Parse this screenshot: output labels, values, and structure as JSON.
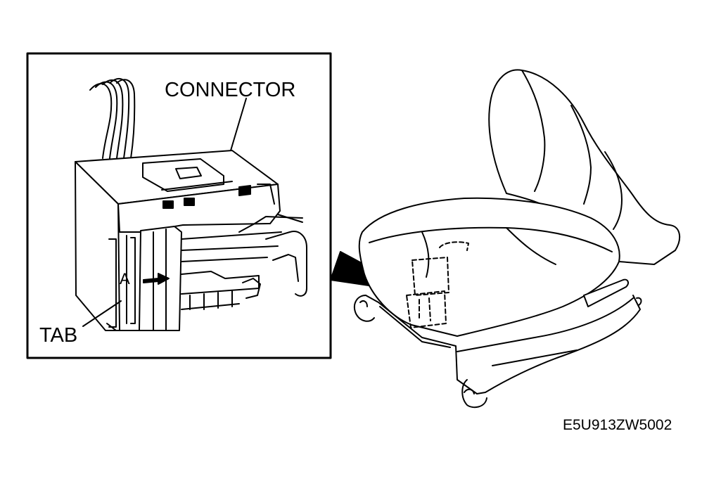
{
  "labels": {
    "connector": "CONNECTOR",
    "tab": "TAB",
    "marker": "A",
    "figure_code": "E5U913ZW5002"
  },
  "colors": {
    "ink": "#000000",
    "paper": "#ffffff"
  }
}
